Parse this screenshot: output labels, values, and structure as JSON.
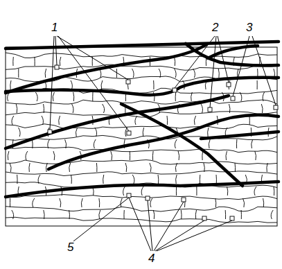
{
  "diagram": {
    "labels": [
      "1",
      "2",
      "3",
      "5",
      "4"
    ]
  }
}
